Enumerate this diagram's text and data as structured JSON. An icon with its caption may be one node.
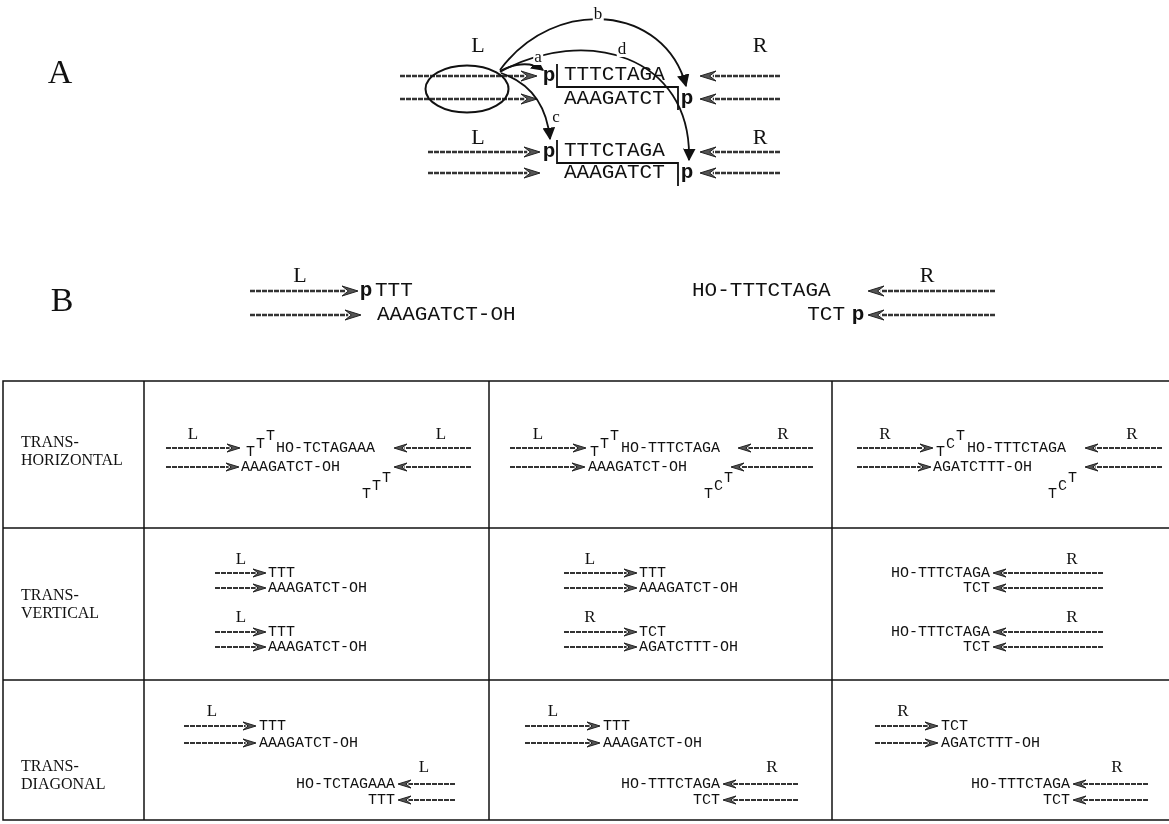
{
  "diagram": {
    "nodes": [
      {
        "text": [],
        "shape": "ellipse",
        "beside": [
          "L"
        ]
      },
      {
        "text": [
          "p"
        ]
      },
      {
        "text": [
          "p"
        ]
      },
      {
        "text": [
          "p"
        ]
      },
      {
        "text": [
          "p"
        ]
      }
    ],
    "edges": [
      {
        "from": 0,
        "to": 1,
        "arrow": "to",
        "label": "a"
      },
      {
        "from": 0,
        "to": 2,
        "arrow": "to",
        "label": "b"
      },
      {
        "from": 0,
        "to": 3,
        "arrow": "to",
        "label": "c"
      },
      {
        "from": 0,
        "to": 4,
        "arrow": "to",
        "label": "d"
      }
    ],
    "labels": [
      "A",
      "R",
      "TTTCTAGA",
      "AAAGATCT",
      "L",
      "R",
      "TTTCTAGA",
      "AAAGATCT",
      "B",
      "L",
      "p",
      "TTT",
      "AAAGATCT-OH",
      "HO-TTTCTAGA",
      "R",
      "TCT",
      "p",
      "TRANS- HORIZONTAL",
      "L",
      "TTT",
      "HO-TCTAGAAA",
      "L",
      "AAAGATCT-OH",
      "TTT",
      "L",
      "TTT",
      "HO-TTTCTAGA",
      "R",
      "AAAGATCT-OH",
      "TCT",
      "R",
      "TCT",
      "HO-TTTCTAGA",
      "R",
      "AGATCTTT-OH",
      "TCT",
      "TRANS- VERTICAL",
      "L",
      "TTT",
      "AAAGATCT-OH",
      "L",
      "TTT",
      "AAAGATCT-OH",
      "L",
      "TTT",
      "AAAGATCT-OH",
      "R",
      "TCT",
      "AGATCTTT-OH",
      "R",
      "HO-TTTCTAGA",
      "TCT",
      "R",
      "HO-TTTCTAGA",
      "TCT",
      "TRANS- DIAGONAL",
      "L",
      "TTT",
      "AAAGATCT-OH",
      "L",
      "HO-TCTAGAAA",
      "TTT",
      "L",
      "TTT",
      "AAAGATCT-OH",
      "R",
      "HO-TTTCTAGA",
      "TCT",
      "R",
      "TCT",
      "AGATCTTT-OH",
      "R",
      "HO-TTTCTAGA",
      "TCT"
    ]
  }
}
